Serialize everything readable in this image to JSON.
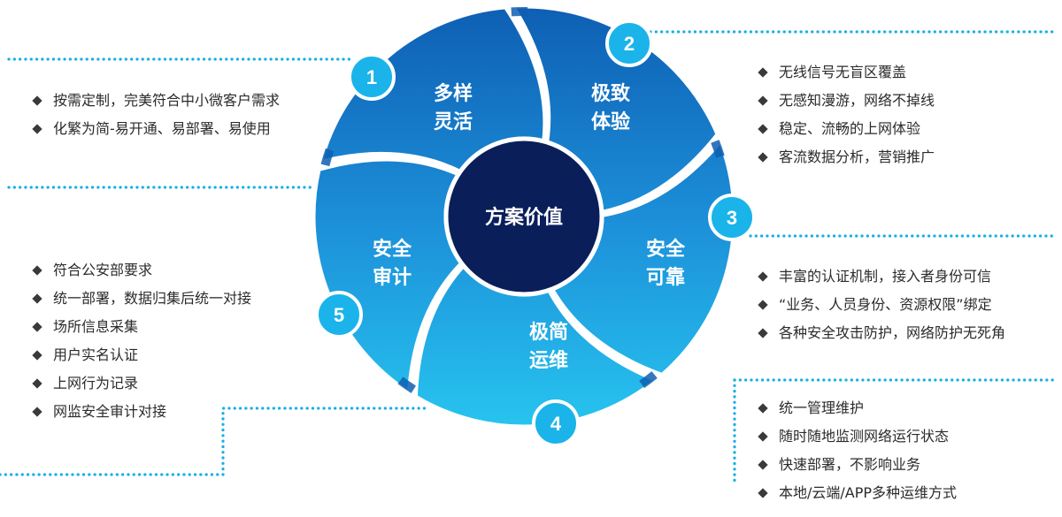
{
  "center": {
    "label": "方案价值"
  },
  "colors": {
    "dark": "#0e5fb3",
    "mid": "#1c8ed8",
    "light": "#27c4ef",
    "center": "#0a1e5a",
    "badge": "#1ab4ea",
    "dots": "#18aee6",
    "text": "#2b2b2b"
  },
  "segments": [
    {
      "number": "1",
      "title": [
        "多样",
        "灵活"
      ],
      "points": [
        "按需定制，完美符合中小微客户需求",
        "化繁为简-易开通、易部署、易使用"
      ]
    },
    {
      "number": "2",
      "title": [
        "极致",
        "体验"
      ],
      "points": [
        "无线信号无盲区覆盖",
        "无感知漫游，网络不掉线",
        "稳定、流畅的上网体验",
        "客流数据分析，营销推广"
      ]
    },
    {
      "number": "3",
      "title": [
        "安全",
        "可靠"
      ],
      "points": [
        "丰富的认证机制，接入者身份可信",
        "“业务、人员身份、资源权限”绑定",
        "各种安全攻击防护，网络防护无死角"
      ]
    },
    {
      "number": "4",
      "title": [
        "极简",
        "运维"
      ],
      "points": [
        "统一管理维护",
        "随时随地监测网络运行状态",
        "快速部署，不影响业务",
        "本地/云端/APP多种运维方式"
      ]
    },
    {
      "number": "5",
      "title": [
        "安全",
        "审计"
      ],
      "points": [
        "符合公安部要求",
        "统一部署，数据归集后统一对接",
        "场所信息采集",
        "用户实名认证",
        "上网行为记录",
        "网监安全审计对接"
      ]
    }
  ]
}
